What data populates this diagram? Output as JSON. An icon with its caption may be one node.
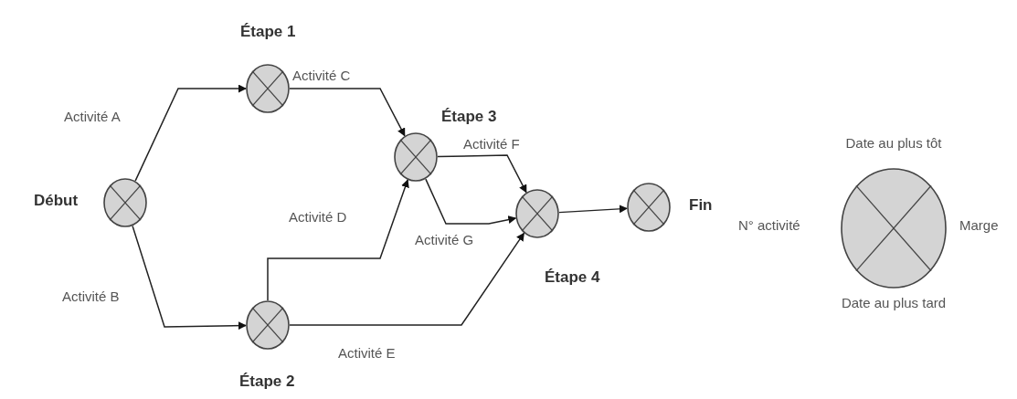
{
  "diagram": {
    "nodes": [
      {
        "text": [
          "Début"
        ]
      },
      {
        "text": [
          "Étape 1"
        ]
      },
      {
        "text": [
          "Étape 2"
        ]
      },
      {
        "text": [
          "Étape 3"
        ]
      },
      {
        "text": [
          "Étape 4"
        ]
      },
      {
        "text": [
          "Fin"
        ]
      },
      {
        "text": [
          "Date au plus tôt",
          "N° activité",
          "Marge",
          "Date au plus tard"
        ]
      }
    ],
    "edges": [
      {
        "from": 0,
        "to": 1,
        "arrow": "to",
        "label": "Activité A"
      },
      {
        "from": 0,
        "to": 2,
        "arrow": "to",
        "label": "Activité B"
      },
      {
        "from": 1,
        "to": 3,
        "arrow": "to",
        "label": "Activité C"
      },
      {
        "from": 2,
        "to": 3,
        "arrow": "to",
        "label": "Activité D"
      },
      {
        "from": 2,
        "to": 4,
        "arrow": "to",
        "label": "Activité E"
      },
      {
        "from": 3,
        "to": 4,
        "arrow": "to",
        "label": "Activité F"
      },
      {
        "from": 3,
        "to": 4,
        "arrow": "to",
        "label": "Activité G"
      },
      {
        "from": 4,
        "to": 5,
        "arrow": "to"
      }
    ]
  }
}
